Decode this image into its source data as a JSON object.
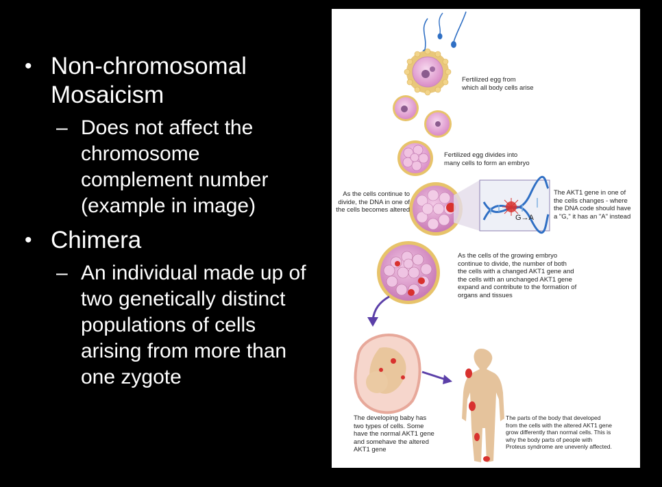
{
  "slide": {
    "bullets": [
      {
        "text": "Non-chromosomal Mosaicism",
        "sub": "Does not affect the chromosome complement number (example in image)"
      },
      {
        "text": "Chimera",
        "sub": "An individual made up of two genetically distinct populations of cells arising from more than one zygote"
      }
    ],
    "bullet_glyph": "•",
    "sub_glyph": "–"
  },
  "figure": {
    "label_fertilized": "Fertilized egg from\nwhich all body cells arise",
    "label_divides": "Fertilized egg divides into\nmany cells to form an embryo",
    "label_altered": "As the cells continue to\ndivide, the DNA in one of\nthe cells becomes altered",
    "label_akt1": "The AKT1 gene in one of\nthe cells changes - where\nthe DNA code should have\na \"G,\" it has an \"A\" instead",
    "label_mutation": "G→A",
    "label_growing": "As the cells of the growing embryo\ncontinue to divide, the number of both\nthe cells with a changed AKT1 gene and\nthe cells with an unchanged AKT1 gene\nexpand and contribute to the formation of\norgans and tissues",
    "label_baby": "The developing baby has\ntwo types of cells. Some\nhave the normal AKT1 gene\nand somehave the altered\nAKT1 gene",
    "label_body": "The parts of the body that developed\nfrom the cells with the altered AKT1 gene\ngrow differently than normal cells. This is\nwhy the body parts of people with\nProteus syndrome are unevenly affected.",
    "colors": {
      "cell": "#e9a9d8",
      "membrane": "#e7c36a",
      "mutation": "#d8312e",
      "arrow": "#5b3fa8",
      "skin": "#e5c39c",
      "dna": "#2f6fc4"
    }
  }
}
